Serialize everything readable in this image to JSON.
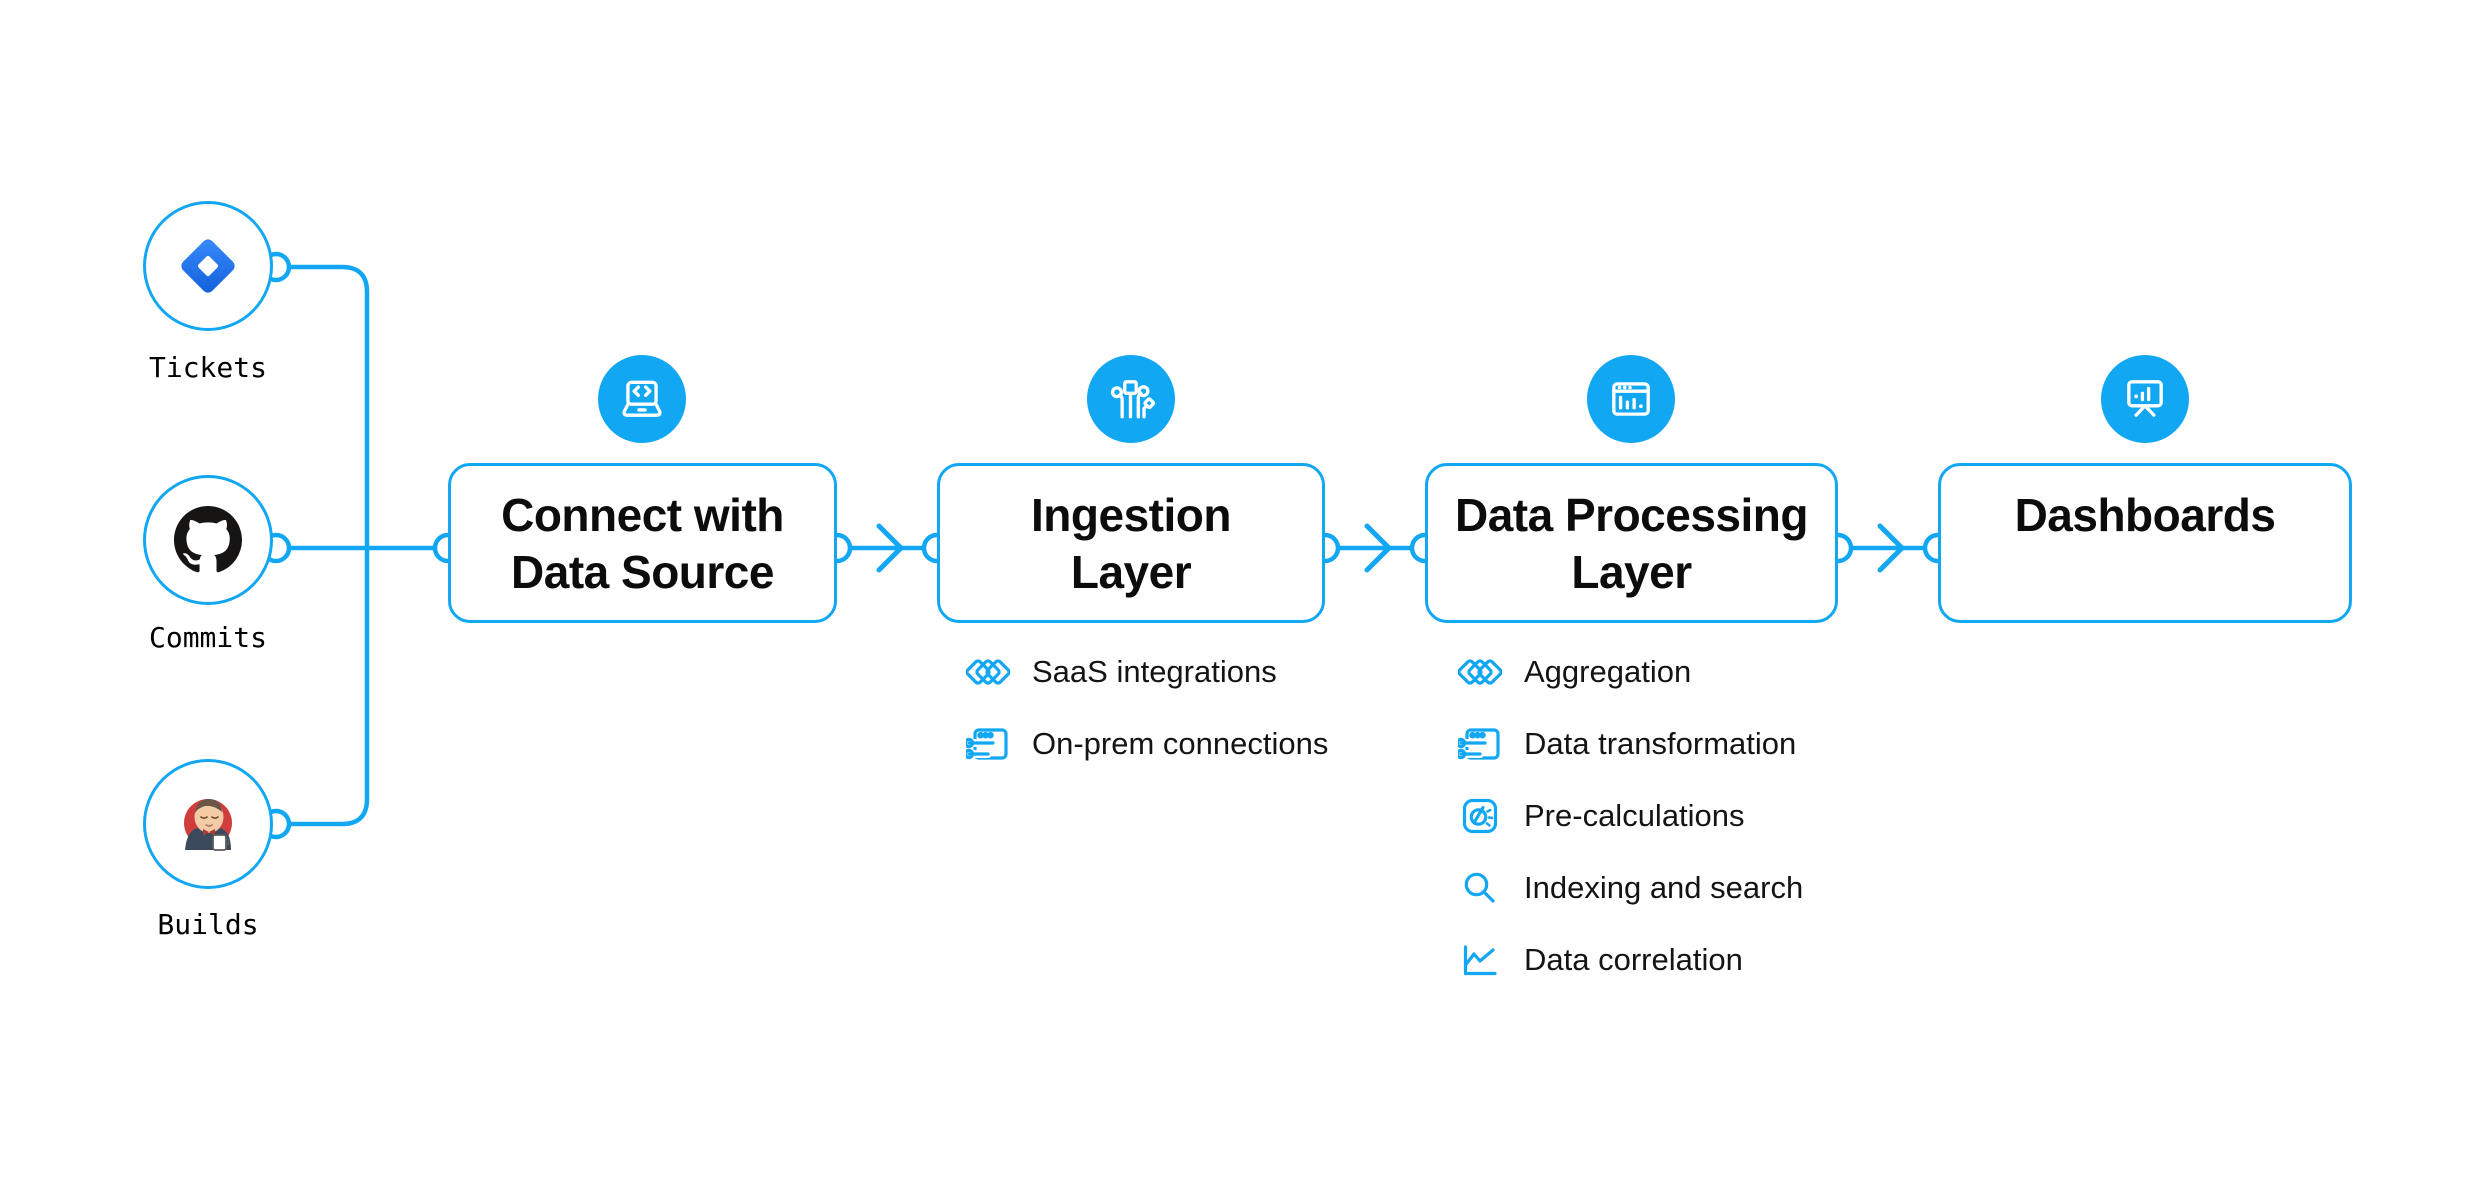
{
  "page": {
    "background": "#ffffff",
    "accent": "#12a7f2",
    "text_color": "#0c0c0c"
  },
  "sources": [
    {
      "label": "Tickets",
      "icon": "jira-icon"
    },
    {
      "label": "Commits",
      "icon": "github-icon"
    },
    {
      "label": "Builds",
      "icon": "jenkins-icon"
    }
  ],
  "stages": [
    {
      "title": "Connect with Data Source",
      "icon": "laptop-code-icon",
      "features": []
    },
    {
      "title": "Ingestion Layer",
      "icon": "circuit-branches-icon",
      "features": [
        {
          "label": "SaaS integrations",
          "icon": "stacked-diamonds-icon"
        },
        {
          "label": "On-prem connections",
          "icon": "window-sliders-icon"
        }
      ]
    },
    {
      "title": "Data Processing Layer",
      "icon": "window-chart-icon",
      "features": [
        {
          "label": "Aggregation",
          "icon": "stacked-diamonds-icon"
        },
        {
          "label": "Data transformation",
          "icon": "window-sliders-icon"
        },
        {
          "label": "Pre-calculations",
          "icon": "gauge-icon"
        },
        {
          "label": "Indexing and search",
          "icon": "search-icon"
        },
        {
          "label": "Data correlation",
          "icon": "chart-line-icon"
        }
      ]
    },
    {
      "title": "Dashboards",
      "icon": "presentation-chart-icon",
      "features": []
    }
  ]
}
